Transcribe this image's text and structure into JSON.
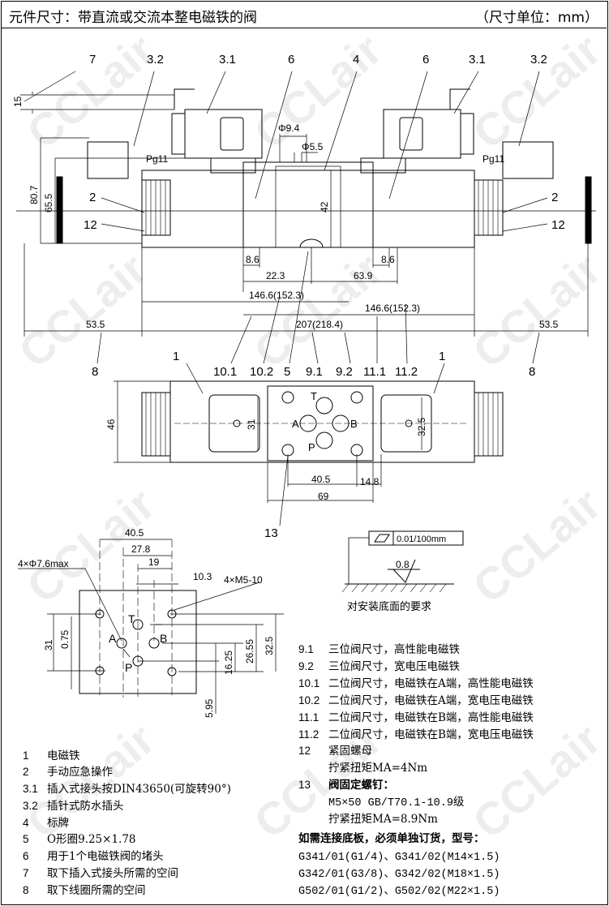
{
  "header": {
    "title": "元件尺寸：带直流或交流本整电磁铁的阀",
    "unit": "（尺寸单位：mm）"
  },
  "watermark": "CCLair",
  "side_view": {
    "callouts_top": [
      "7",
      "3.2",
      "3.1",
      "6",
      "4",
      "6",
      "3.1",
      "3.2"
    ],
    "callouts_side": {
      "left_2": "2",
      "left_12": "12",
      "right_2": "2",
      "right_12": "12"
    },
    "dims": {
      "d15": "15",
      "d80_7": "80.7",
      "d65_5": "65.5",
      "phi9_4": "Φ9.4",
      "phi5_5": "Φ5.5",
      "d42": "42",
      "pg_left": "Pg11",
      "pg_right": "Pg11",
      "d8_6_l": "8.6",
      "d22_3": "22.3",
      "d63_9": "63.9",
      "d8_6_r": "8.6",
      "d146_l": "146.6(152.3)",
      "d146_r": "146.6(152.3)",
      "d53_5_l": "53.5",
      "d207": "207(218.4)",
      "d53_5_r": "53.5"
    },
    "callouts_bottom": [
      "8",
      "10.1",
      "10.2",
      "5",
      "9.1",
      "9.2",
      "11.1",
      "11.2",
      "8"
    ]
  },
  "top_view": {
    "callout_1a": "1",
    "callout_1b": "1",
    "d46": "46",
    "d31": "31",
    "d32_5": "32.5",
    "d40_5": "40.5",
    "d14_8": "14.8",
    "d69": "69",
    "callout_13": "13",
    "ports": {
      "A": "A",
      "B": "B",
      "T": "T",
      "P": "P"
    }
  },
  "mount_pattern": {
    "d40_5": "40.5",
    "d27_8": "27.8",
    "d19": "19",
    "d10_3": "10.3",
    "holes_large": "4×Φ7.6max",
    "holes_thread": "4×M5-10",
    "d31": "31",
    "d0_75": "0.75",
    "d16_25": "16.25",
    "d26_55": "26.55",
    "d32_5": "32.5",
    "d5_95": "5.95",
    "ports": {
      "A": "A",
      "B": "B",
      "T": "T",
      "P": "P"
    }
  },
  "surface": {
    "flatness": "0.01/100mm",
    "roughness": "0.8",
    "caption": "对安装底面的要求"
  },
  "legend_right": [
    {
      "n": "9.1",
      "t": "三位阀尺寸，高性能电磁铁"
    },
    {
      "n": "9.2",
      "t": "三位阀尺寸，宽电压电磁铁"
    },
    {
      "n": "10.1",
      "t": "二位阀尺寸，电磁铁在A端，高性能电磁铁"
    },
    {
      "n": "10.2",
      "t": "二位阀尺寸，电磁铁在A端，宽电压电磁铁"
    },
    {
      "n": "11.1",
      "t": "二位阀尺寸，电磁铁在B端，高性能电磁铁"
    },
    {
      "n": "11.2",
      "t": "二位阀尺寸，电磁铁在B端，宽电压电磁铁"
    },
    {
      "n": "12",
      "t": "紧固螺母",
      "sub": "拧紧扭矩MA=4Nm"
    },
    {
      "n": "13",
      "t": "阀固定螺钉：",
      "sub1": "M5×50 GB/T70.1-10.9级",
      "sub2": "拧紧扭矩MA=8.9Nm"
    }
  ],
  "subplate": {
    "title": "如需连接底板，必须单独订货，型号：",
    "models": [
      "G341/01(G1/4)、G341/02(M14×1.5)",
      "G342/01(G3/8)、G342/02(M18×1.5)",
      "G502/01(G1/2)、G502/02(M22×1.5)"
    ]
  },
  "legend_left": [
    {
      "n": "1",
      "t": "电磁铁"
    },
    {
      "n": "2",
      "t": "手动应急操作"
    },
    {
      "n": "3.1",
      "t": "插入式接头按DIN43650(可旋转90°)"
    },
    {
      "n": "3.2",
      "t": "插针式防水插头"
    },
    {
      "n": "4",
      "t": "标牌"
    },
    {
      "n": "5",
      "t": "O形圈9.25×1.78"
    },
    {
      "n": "6",
      "t": "用于1个电磁铁阀的堵头"
    },
    {
      "n": "7",
      "t": "取下插入式接头所需的空间"
    },
    {
      "n": "8",
      "t": "取下线圈所需的空间"
    }
  ]
}
